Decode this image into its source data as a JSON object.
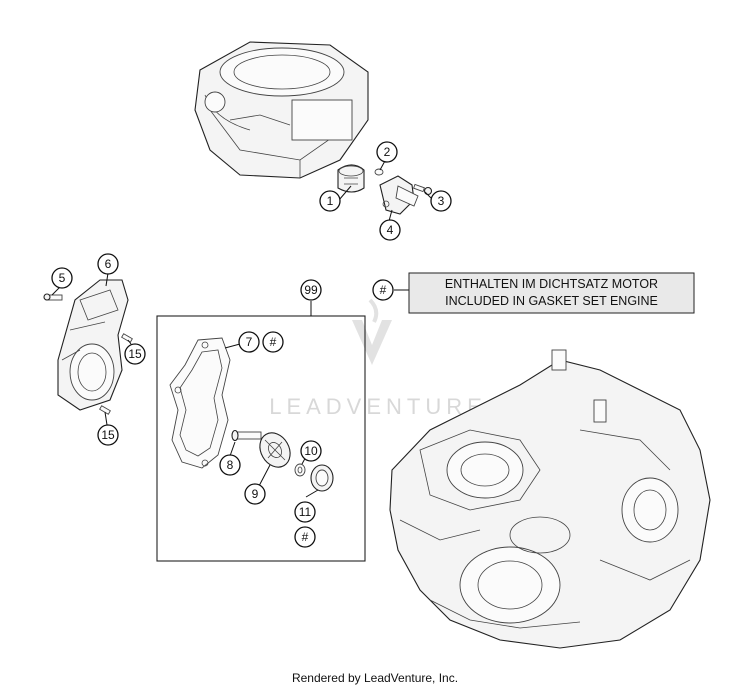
{
  "callouts": {
    "c1": "1",
    "c2": "2",
    "c3": "3",
    "c4": "4",
    "c5": "5",
    "c6": "6",
    "c7": "7",
    "c7h": "#",
    "c8": "8",
    "c9": "9",
    "c10": "10",
    "c11": "11",
    "c11h": "#",
    "c15a": "15",
    "c15b": "15",
    "c99": "99",
    "chash": "#"
  },
  "note": {
    "line1": "ENTHALTEN IM DICHTSATZ MOTOR",
    "line2": "INCLUDED IN GASKET SET ENGINE"
  },
  "watermark": "LEADVENTURE",
  "footer": "Rendered by LeadVenture, Inc."
}
